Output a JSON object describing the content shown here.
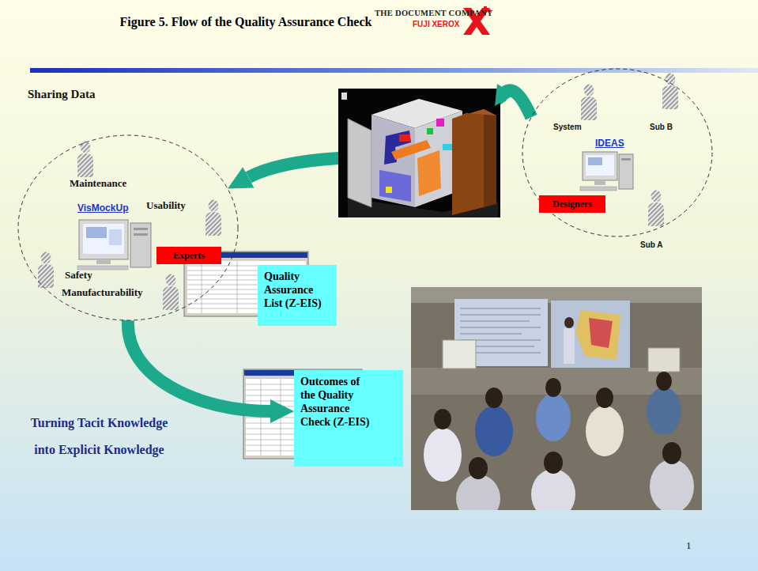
{
  "diagram": {
    "title": "Figure 5. Flow of the Quality Assurance Check",
    "nodes": [
      {
        "text": [
          "System",
          "Sub B",
          "IDEAS",
          "Sub A"
        ]
      },
      {
        "text": [
          "Designers"
        ],
        "in": 0
      },
      {
        "text": [
          "Maintenance",
          "VisMockUp",
          "Usability",
          "Safety",
          "Manufacturability"
        ]
      },
      {
        "text": [
          "Experts"
        ],
        "in": 2
      },
      {
        "text": [
          "Quality Assurance List (Z-EIS)"
        ]
      },
      {
        "text": [
          "Outcomes of the Quality Assurance Check (Z-EIS)"
        ]
      }
    ],
    "edges": [
      {
        "from": 0,
        "to": 2,
        "arrow": "to"
      },
      {
        "from": 2,
        "to": 5,
        "arrow": "to"
      }
    ],
    "labels": [
      "THE DOCUMENT COMPANY",
      "FUJI XEROX",
      "Sharing Data",
      "Turning Tacit Knowledge into Explicit Knowledge",
      "1"
    ]
  }
}
